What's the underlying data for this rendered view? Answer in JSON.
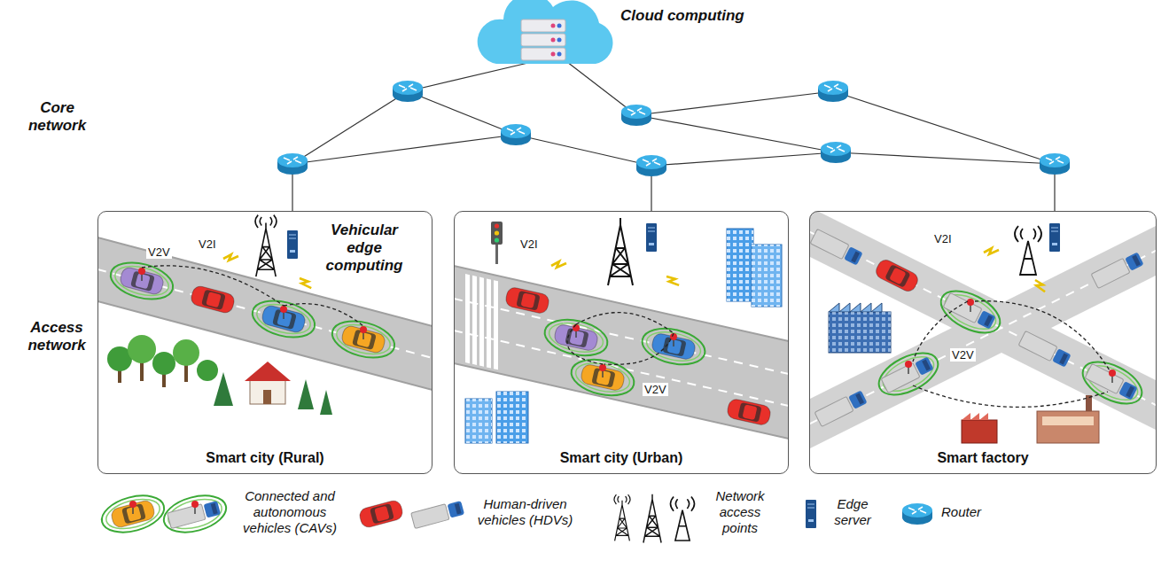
{
  "diagram": {
    "nodes": [
      {
        "text": [
          "Smart city (Rural)"
        ]
      },
      {
        "text": [
          "Smart city (Urban)"
        ]
      },
      {
        "text": [
          "Smart factory"
        ]
      }
    ],
    "labels": [
      "Cloud computing",
      "Core network",
      "Access network",
      "V2V",
      "V2I",
      "Vehicular edge computing",
      "V2I",
      "V2V",
      "V2I",
      "V2V"
    ],
    "legend": [
      {
        "text": "Connected and autonomous vehicles (CAVs)"
      },
      {
        "text": "Human-driven vehicles (HDVs)"
      },
      {
        "text": "Network access points"
      },
      {
        "text": "Edge server"
      },
      {
        "text": "Router"
      }
    ]
  }
}
